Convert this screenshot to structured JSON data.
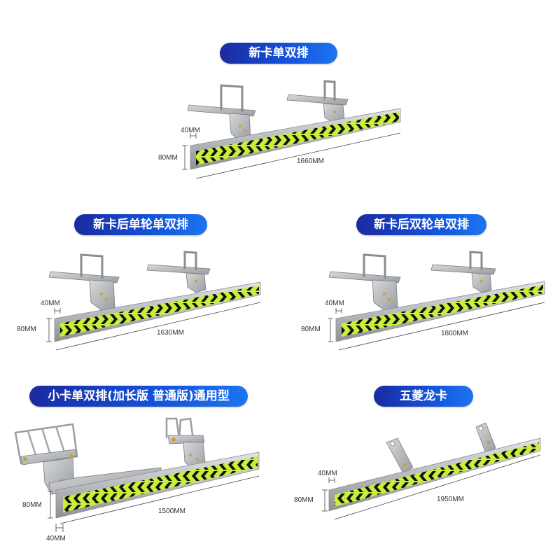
{
  "colors": {
    "pill_start": "#1b2aa0",
    "pill_end": "#1d74f0",
    "pill_text": "#ffffff",
    "bar_steel": "#b9bcbf",
    "reflective_yellow": "#c8f03a",
    "chevron": "#111111"
  },
  "products": [
    {
      "title": "新卡单双排",
      "height_label": "80MM",
      "width_label": "40MM",
      "length_label": "1660MM"
    },
    {
      "title": "新卡后单轮单双排",
      "height_label": "80MM",
      "width_label": "40MM",
      "length_label": "1630MM"
    },
    {
      "title": "新卡后双轮单双排",
      "height_label": "80MM",
      "width_label": "40MM",
      "length_label": "1800MM"
    },
    {
      "title": "小卡单双排(加长版 普通版)通用型",
      "height_label": "80MM",
      "width_label": "40MM",
      "length_label": "1500MM"
    },
    {
      "title": "五菱龙卡",
      "height_label": "80MM",
      "width_label": "40MM",
      "length_label": "1950MM"
    }
  ]
}
